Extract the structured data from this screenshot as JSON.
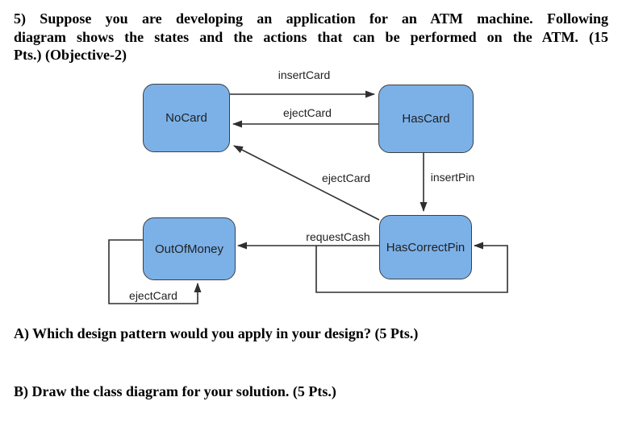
{
  "question": {
    "intro_lines": [
      "5) Suppose you are developing an application for an ATM machine. Following",
      "diagram shows the states and the actions that can be performed on the ATM. (15",
      "Pts.) (Objective-2)"
    ],
    "part_a": "A) Which design pattern would you apply in your design? (5 Pts.)",
    "part_b": "B) Draw the class diagram for your solution. (5 Pts.)"
  },
  "diagram": {
    "type": "state-diagram",
    "states": [
      {
        "label": "NoCard"
      },
      {
        "label": "HasCard"
      },
      {
        "label": "OutOfMoney"
      },
      {
        "label": "HasCorrectPin"
      }
    ],
    "transitions": [
      {
        "label": "insertCard",
        "from": "NoCard",
        "to": "HasCard"
      },
      {
        "label": "ejectCard",
        "from": "HasCard",
        "to": "NoCard"
      },
      {
        "label": "ejectCard",
        "from": "HasCorrectPin",
        "to": "NoCard"
      },
      {
        "label": "insertPin",
        "from": "HasCard",
        "to": "HasCorrectPin"
      },
      {
        "label": "requestCash",
        "from": "HasCorrectPin",
        "to": "OutOfMoney"
      },
      {
        "label": "ejectCard",
        "from": "OutOfMoney",
        "to": "OutOfMoney"
      }
    ],
    "colors": {
      "state_fill": "#7CB1E8",
      "state_border": "#3C4043",
      "line": "#2E2F31",
      "text": "#1F1F1F"
    }
  }
}
